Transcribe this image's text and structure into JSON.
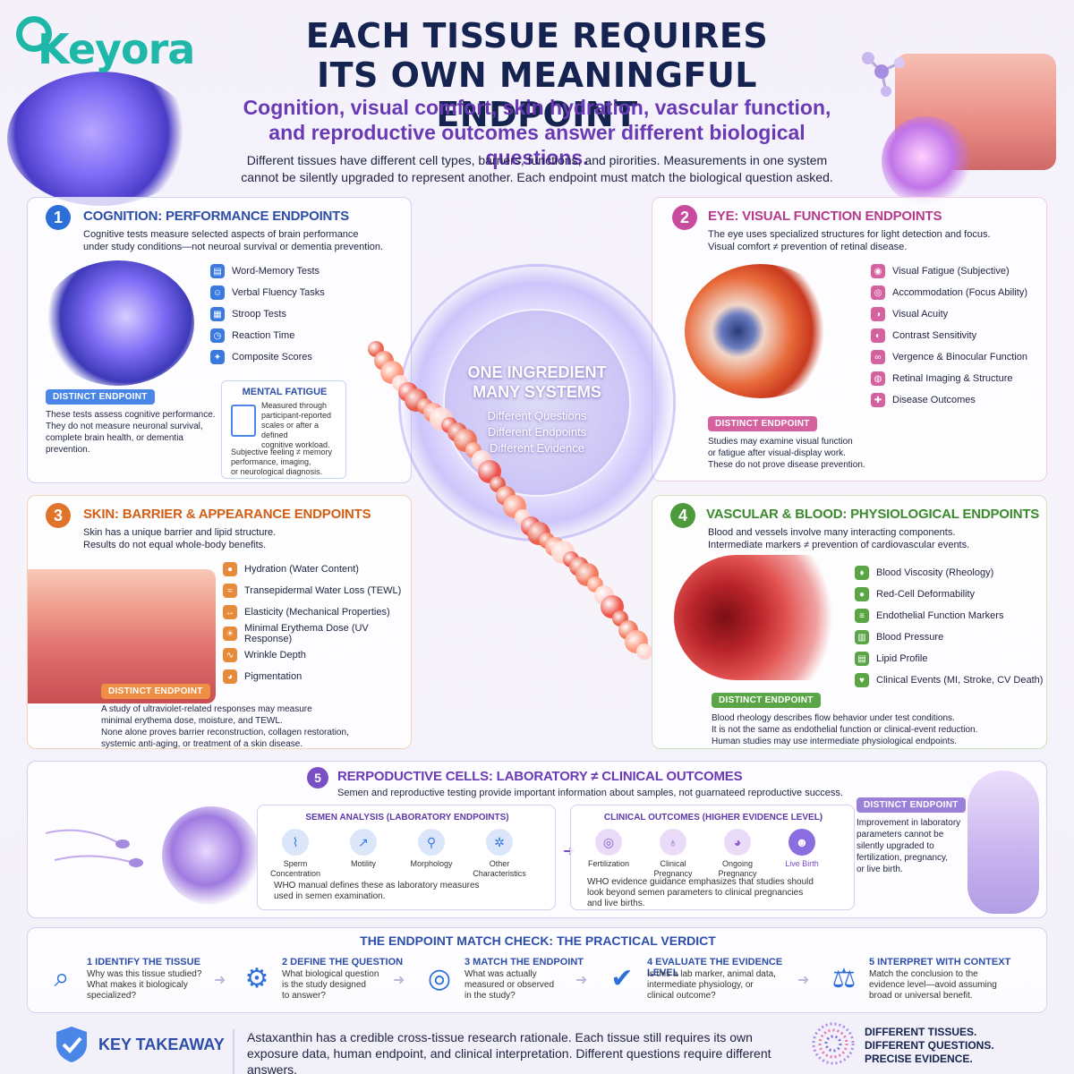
{
  "brand": {
    "name": "Keyora",
    "color": "#1fb8a8"
  },
  "header": {
    "title_line1": "EACH TISSUE REQUIRES",
    "title_line2": "ITS OWN MEANINGFUL ENDPOINT",
    "subtitle_line1": "Cognition, visual comfort, skin hydration, vascular function,",
    "subtitle_line2": "and reproductive outcomes answer different biological questions.",
    "intro_line1": "Different tissues have different cell types, barriers, functions, and pirorities. Measurements in one system",
    "intro_line2": "cannot be silently upgraded to represent another. Each endpoint must match the biological question asked."
  },
  "center": {
    "title_line1": "ONE INGREDIENT",
    "title_line2": "MANY SYSTEMS",
    "lines": [
      "Different Questions",
      "Different Endpoints",
      "Different Evidence"
    ]
  },
  "sections": {
    "cognition": {
      "number": "1",
      "title": "COGNITION: PERFORMANCE ENDPOINTS",
      "color": "#2d6fd8",
      "desc_line1": "Cognitive tests measure selected aspects of brain performance",
      "desc_line2": "under study conditions—not neuroal survival or dementia prevention.",
      "items": [
        "Word-Memory Tests",
        "Verbal Fluency Tasks",
        "Stroop Tests",
        "Reaction Time",
        "Composite Scores"
      ],
      "badge": "DISTINCT ENDPOINT",
      "note_line1": "These tests assess cognitive performance.",
      "note_line2": "They do not measure neuronal survival,",
      "note_line3": "complete brain health, or dementia prevention.",
      "fatigue_title": "MENTAL FATIGUE",
      "fatigue_line1": "Measured through",
      "fatigue_line2": "participant-reported",
      "fatigue_line3": "scales or after a defined",
      "fatigue_line4": "cognitive workload.",
      "fatigue_note_line1": "Subjective feeling ≠ memory",
      "fatigue_note_line2": "performance, imaging,",
      "fatigue_note_line3": "or neurological diagnosis."
    },
    "eye": {
      "number": "2",
      "title": "EYE: VISUAL FUNCTION ENDPOINTS",
      "color": "#c94b9e",
      "desc_line1": "The eye uses specialized structures for light detection and focus.",
      "desc_line2": "Visual comfort ≠ prevention of retinal disease.",
      "items": [
        "Visual Fatigue (Subjective)",
        "Accommodation (Focus Ability)",
        "Visual Acuity",
        "Contrast Sensitivity",
        "Vergence & Binocular Function",
        "Retinal Imaging & Structure",
        "Disease Outcomes"
      ],
      "badge": "DISTINCT ENDPOINT",
      "note_line1": "Studies may examine visual function",
      "note_line2": "or fatigue after visual-display work.",
      "note_line3": "These do not prove disease prevention."
    },
    "skin": {
      "number": "3",
      "title": "SKIN: BARRIER & APPEARANCE ENDPOINTS",
      "color": "#e0742a",
      "desc_line1": "Skin has a unique barrier and lipid structure.",
      "desc_line2": "Results do not equal whole-body benefits.",
      "items": [
        "Hydration (Water Content)",
        "Transepidermal Water Loss (TEWL)",
        "Elasticity (Mechanical Properties)",
        "Minimal Erythema Dose (UV Response)",
        "Wrinkle Depth",
        "Pigmentation"
      ],
      "badge": "DISTINCT ENDPOINT",
      "note_line1": "A study of ultraviolet-related responses may measure",
      "note_line2": "minimal erythema dose, moisture, and TEWL.",
      "note_line3": "None alone proves barrier reconstruction, collagen restoration,",
      "note_line4": "systemic anti-aging, or treatment of a skin disease."
    },
    "vascular": {
      "number": "4",
      "title": "VASCULAR & BLOOD: PHYSIOLOGICAL ENDPOINTS",
      "color": "#4c9a3c",
      "desc_line1": "Blood and vessels involve many interacting components.",
      "desc_line2": "Intermediate markers ≠ prevention of cardiovascular events.",
      "items": [
        "Blood Viscosity (Rheology)",
        "Red-Cell Deformability",
        "Endothelial Function Markers",
        "Blood Pressure",
        "Lipid Profile",
        "Clinical Events (MI, Stroke, CV Death)"
      ],
      "badge": "DISTINCT ENDPOINT",
      "note_line1": "Blood rheology describes flow behavior under test conditions.",
      "note_line2": "It is not the same as endothelial function or clinical-event reduction.",
      "note_line3": "Human studies may use intermediate physiological endpoints."
    },
    "reproductive": {
      "number": "5",
      "title": "RERPODUCTIVE CELLS: LABORATORY ≠ CLINICAL OUTCOMES",
      "color": "#7a4fc4",
      "desc": "Semen and reproductive testing provide important information about samples, not guarnateed reproductive success.",
      "semen_title": "SEMEN ANALYSIS (LABORATORY ENDPOINTS)",
      "semen_items": [
        {
          "line1": "Sperm",
          "line2": "Concentration"
        },
        {
          "line1": "Motility",
          "line2": ""
        },
        {
          "line1": "Morphology",
          "line2": ""
        },
        {
          "line1": "Other",
          "line2": "Characteristics"
        }
      ],
      "semen_note_line1": "WHO manual defines these as laboratory measures",
      "semen_note_line2": "used in semen examination.",
      "clinical_title": "CLINICAL OUTCOMES (HIGHER EVIDENCE LEVEL)",
      "clinical_items": [
        {
          "line1": "Fertilization",
          "line2": ""
        },
        {
          "line1": "Clinical",
          "line2": "Pregnancy"
        },
        {
          "line1": "Ongoing",
          "line2": "Pregnancy"
        },
        {
          "line1": "Live Birth",
          "line2": ""
        }
      ],
      "clinical_note_line1": "WHO evidence guidance emphasizes that studies should",
      "clinical_note_line2": "look beyond semen parameters to clinical pregnancies",
      "clinical_note_line3": "and live births.",
      "badge": "DISTINCT ENDPOINT",
      "note_line1": "Improvement in laboratory",
      "note_line2": "parameters cannot be",
      "note_line3": "silently upgraded to",
      "note_line4": "fertilization, pregnancy,",
      "note_line5": "or live birth."
    }
  },
  "verdict": {
    "title": "THE ENDPOINT MATCH CHECK: THE PRACTICAL VERDICT",
    "steps": [
      {
        "title": "1 IDENTIFY THE TISSUE",
        "q1": "Why was this tissue studied?",
        "q2": "What makes it biologicaly",
        "q3": "specialized?",
        "icon": "magnifier-icon"
      },
      {
        "title": "2 DEFINE THE QUESTION",
        "q1": "What biological question",
        "q2": "is the study designed",
        "q3": "to answer?",
        "icon": "gear-icon"
      },
      {
        "title": "3 MATCH THE ENDPOINT",
        "q1": "What was actually",
        "q2": "measured or observed",
        "q3": "in the study?",
        "icon": "target-icon"
      },
      {
        "title": "4 EVALUATE THE EVIDENCE LEVEL",
        "q1": "Is this a lab marker, animal data,",
        "q2": "intermediate physiology, or",
        "q3": "clinical outcome?",
        "icon": "shield-check-icon"
      },
      {
        "title": "5 INTERPRET WITH CONTEXT",
        "q1": "Match the conclusion to the",
        "q2": "evidence level—avoid assuming",
        "q3": "broad or universal benefit.",
        "icon": "scale-icon"
      }
    ]
  },
  "footer": {
    "key_takeaway": "KEY TAKEAWAY",
    "text_line1": "Astaxanthin has a credible cross-tissue research rationale. Each tissue still requires its own",
    "text_line2": "exposure data, human endpoint, and clinical interpretation. Different questions require different answers.",
    "right_line1": "DIFFERENT TISSUES.",
    "right_line2": "DIFFERENT QUESTIONS.",
    "right_line3": "PRECISE EVIDENCE."
  }
}
